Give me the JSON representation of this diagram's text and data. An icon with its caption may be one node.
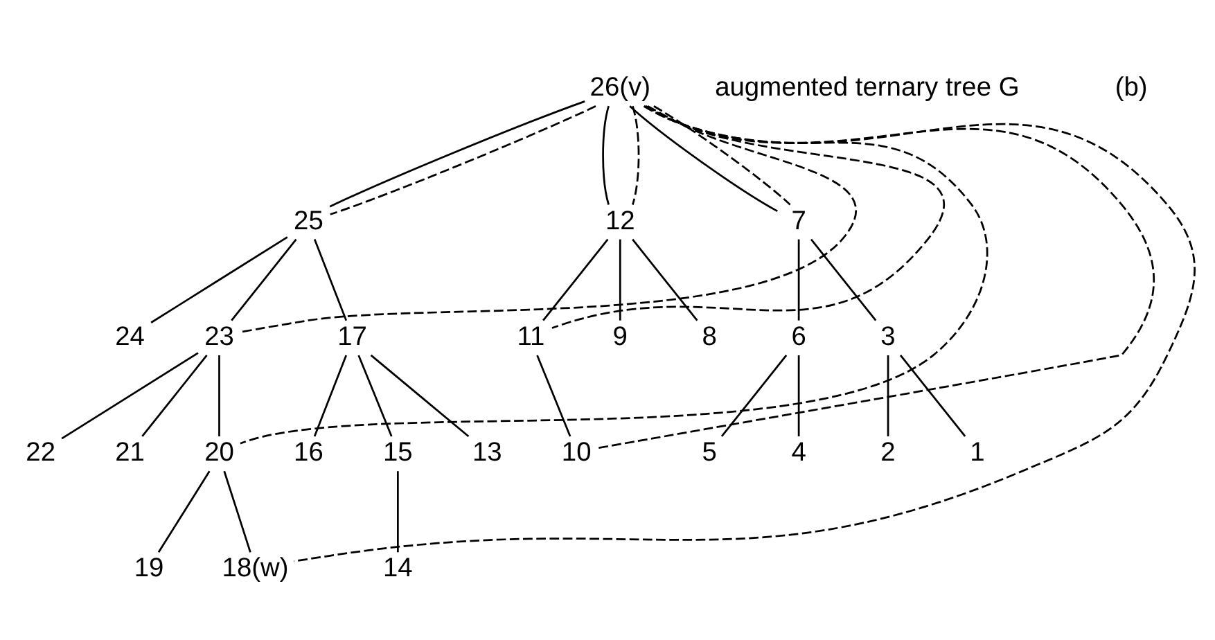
{
  "diagram": {
    "nodes": [
      {
        "text": [
          "26(v)"
        ]
      },
      {
        "text": [
          "25"
        ]
      },
      {
        "text": [
          "12"
        ]
      },
      {
        "text": [
          "7"
        ]
      },
      {
        "text": [
          "24"
        ]
      },
      {
        "text": [
          "23"
        ]
      },
      {
        "text": [
          "17"
        ]
      },
      {
        "text": [
          "11"
        ]
      },
      {
        "text": [
          "9"
        ]
      },
      {
        "text": [
          "8"
        ]
      },
      {
        "text": [
          "6"
        ]
      },
      {
        "text": [
          "3"
        ]
      },
      {
        "text": [
          "22"
        ]
      },
      {
        "text": [
          "21"
        ]
      },
      {
        "text": [
          "20"
        ]
      },
      {
        "text": [
          "16"
        ]
      },
      {
        "text": [
          "15"
        ]
      },
      {
        "text": [
          "13"
        ]
      },
      {
        "text": [
          "10"
        ]
      },
      {
        "text": [
          "5"
        ]
      },
      {
        "text": [
          "4"
        ]
      },
      {
        "text": [
          "2"
        ]
      },
      {
        "text": [
          "1"
        ]
      },
      {
        "text": [
          "19"
        ]
      },
      {
        "text": [
          "18(w)"
        ]
      },
      {
        "text": [
          "14"
        ]
      }
    ],
    "edges": [
      {
        "from": 0,
        "to": 1,
        "arrow": "none"
      },
      {
        "from": 0,
        "to": 2,
        "arrow": "none"
      },
      {
        "from": 0,
        "to": 3,
        "arrow": "none"
      },
      {
        "from": 1,
        "to": 4,
        "arrow": "none"
      },
      {
        "from": 1,
        "to": 5,
        "arrow": "none"
      },
      {
        "from": 1,
        "to": 6,
        "arrow": "none"
      },
      {
        "from": 2,
        "to": 7,
        "arrow": "none"
      },
      {
        "from": 2,
        "to": 8,
        "arrow": "none"
      },
      {
        "from": 2,
        "to": 9,
        "arrow": "none"
      },
      {
        "from": 3,
        "to": 10,
        "arrow": "none"
      },
      {
        "from": 3,
        "to": 11,
        "arrow": "none"
      },
      {
        "from": 5,
        "to": 12,
        "arrow": "none"
      },
      {
        "from": 5,
        "to": 13,
        "arrow": "none"
      },
      {
        "from": 5,
        "to": 14,
        "arrow": "none"
      },
      {
        "from": 6,
        "to": 15,
        "arrow": "none"
      },
      {
        "from": 6,
        "to": 16,
        "arrow": "none"
      },
      {
        "from": 6,
        "to": 17,
        "arrow": "none"
      },
      {
        "from": 7,
        "to": 18,
        "arrow": "none"
      },
      {
        "from": 10,
        "to": 19,
        "arrow": "none"
      },
      {
        "from": 10,
        "to": 20,
        "arrow": "none"
      },
      {
        "from": 11,
        "to": 21,
        "arrow": "none"
      },
      {
        "from": 11,
        "to": 22,
        "arrow": "none"
      },
      {
        "from": 14,
        "to": 23,
        "arrow": "none"
      },
      {
        "from": 14,
        "to": 24,
        "arrow": "none"
      },
      {
        "from": 16,
        "to": 25,
        "arrow": "none"
      },
      {
        "from": 0,
        "to": 1,
        "arrow": "none",
        "style": "dashed"
      },
      {
        "from": 0,
        "to": 5,
        "arrow": "none",
        "style": "dashed"
      },
      {
        "from": 0,
        "to": 14,
        "arrow": "none",
        "style": "dashed"
      },
      {
        "from": 0,
        "to": 24,
        "arrow": "none",
        "style": "dashed"
      },
      {
        "from": 0,
        "to": 7,
        "arrow": "none",
        "style": "dashed"
      },
      {
        "from": 0,
        "to": 18,
        "arrow": "none",
        "style": "dashed"
      },
      {
        "from": 0,
        "to": 2,
        "arrow": "none",
        "style": "dashed"
      },
      {
        "from": 0,
        "to": 3,
        "arrow": "none",
        "style": "dashed"
      }
    ],
    "labels": [
      "augmented ternary tree G",
      "(b)"
    ]
  }
}
